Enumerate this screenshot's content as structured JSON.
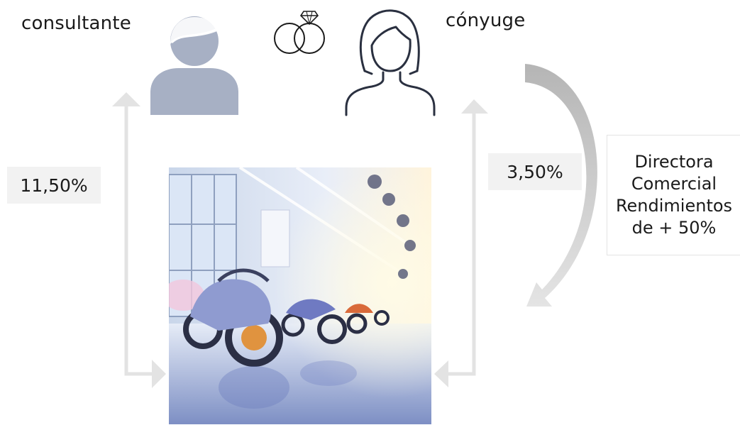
{
  "labels": {
    "consultant": "consultante",
    "spouse": "cónyuge"
  },
  "percentages": {
    "consultant_pct": "11,50%",
    "spouse_pct": "3,50%"
  },
  "director": {
    "line1": "Directora",
    "line2": "Comercial",
    "line3": "Rendimientos",
    "line4": "de + 50%"
  },
  "icons": {
    "consultant": "male-user-icon",
    "rings": "wedding-rings-icon",
    "spouse": "female-user-icon"
  },
  "colors": {
    "arrow": "#e3e3e3",
    "curved_arrow": "#c2c2c2",
    "person_fill": "#a7b0c4",
    "box_bg": "#f2f2f2"
  }
}
